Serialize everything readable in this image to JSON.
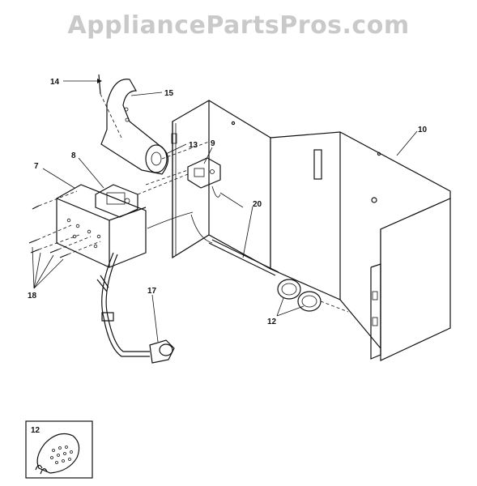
{
  "watermark": "AppliancePartsPros.com",
  "callouts": {
    "c7": "7",
    "c8": "8",
    "c9": "9",
    "c10": "10",
    "c12": "12",
    "c13": "13",
    "c14": "14",
    "c15": "15",
    "c17": "17",
    "c18": "18",
    "c20": "20",
    "inset12": "12"
  }
}
